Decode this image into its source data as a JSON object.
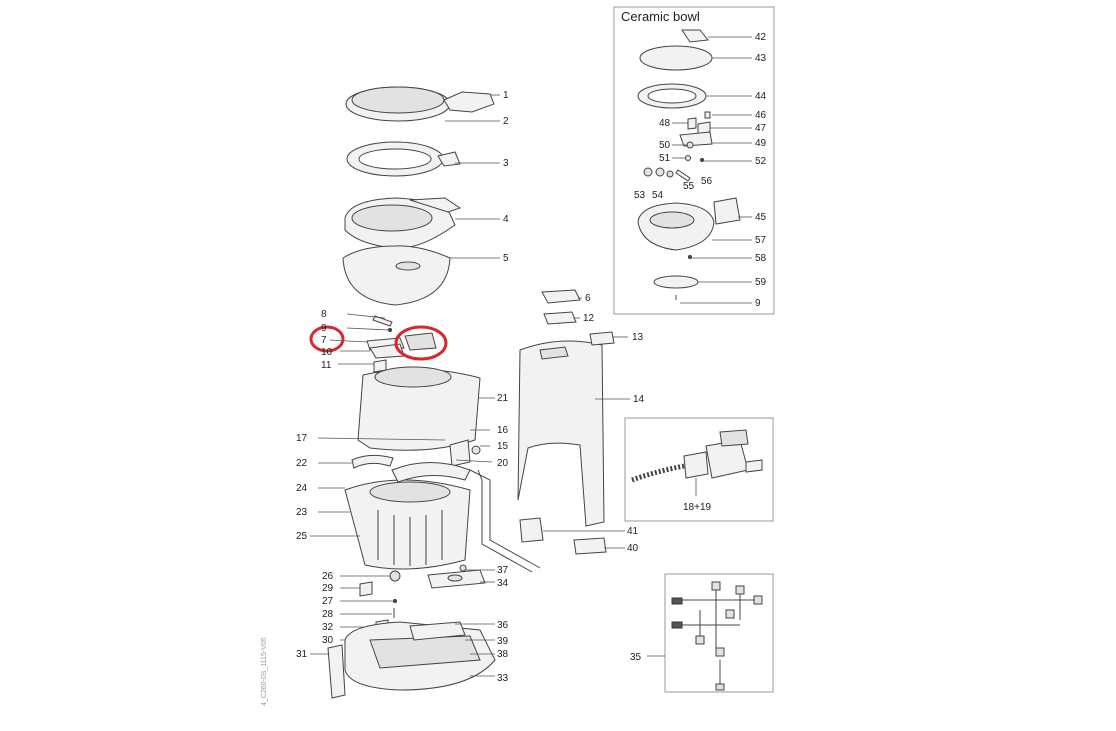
{
  "diagram": {
    "inset_ceramic_title": "Ceramic bowl",
    "inset_hose_label": "18+19",
    "side_code": "4_C260-0S_1115-V05",
    "callouts": {
      "c1": "1",
      "c2": "2",
      "c3": "3",
      "c4": "4",
      "c5": "5",
      "c6": "6",
      "c7": "7",
      "c8": "8",
      "c9": "9",
      "c10": "10",
      "c11": "11",
      "c12": "12",
      "c13": "13",
      "c14": "14",
      "c15": "15",
      "c16": "16",
      "c17": "17",
      "c20": "20",
      "c21": "21",
      "c22": "22",
      "c23": "23",
      "c24": "24",
      "c25": "25",
      "c26": "26",
      "c27": "27",
      "c28": "28",
      "c29": "29",
      "c30": "30",
      "c31": "31",
      "c32": "32",
      "c33": "33",
      "c34": "34",
      "c35": "35",
      "c36": "36",
      "c37": "37",
      "c38": "38",
      "c39": "39",
      "c40": "40",
      "c41": "41",
      "c42": "42",
      "c43": "43",
      "c44": "44",
      "c45": "45",
      "c46": "46",
      "c47": "47",
      "c48": "48",
      "c49": "49",
      "c50": "50",
      "c51": "51",
      "c52": "52",
      "c53": "53",
      "c54": "54",
      "c55": "55",
      "c56": "56",
      "c57": "57",
      "c58": "58",
      "c59": "59",
      "c9b": "9"
    },
    "highlighted_parts": [
      "7",
      "10"
    ],
    "colors": {
      "highlight": "#d42a2a",
      "line": "#444444",
      "panel_border": "#9a9a9a"
    }
  }
}
